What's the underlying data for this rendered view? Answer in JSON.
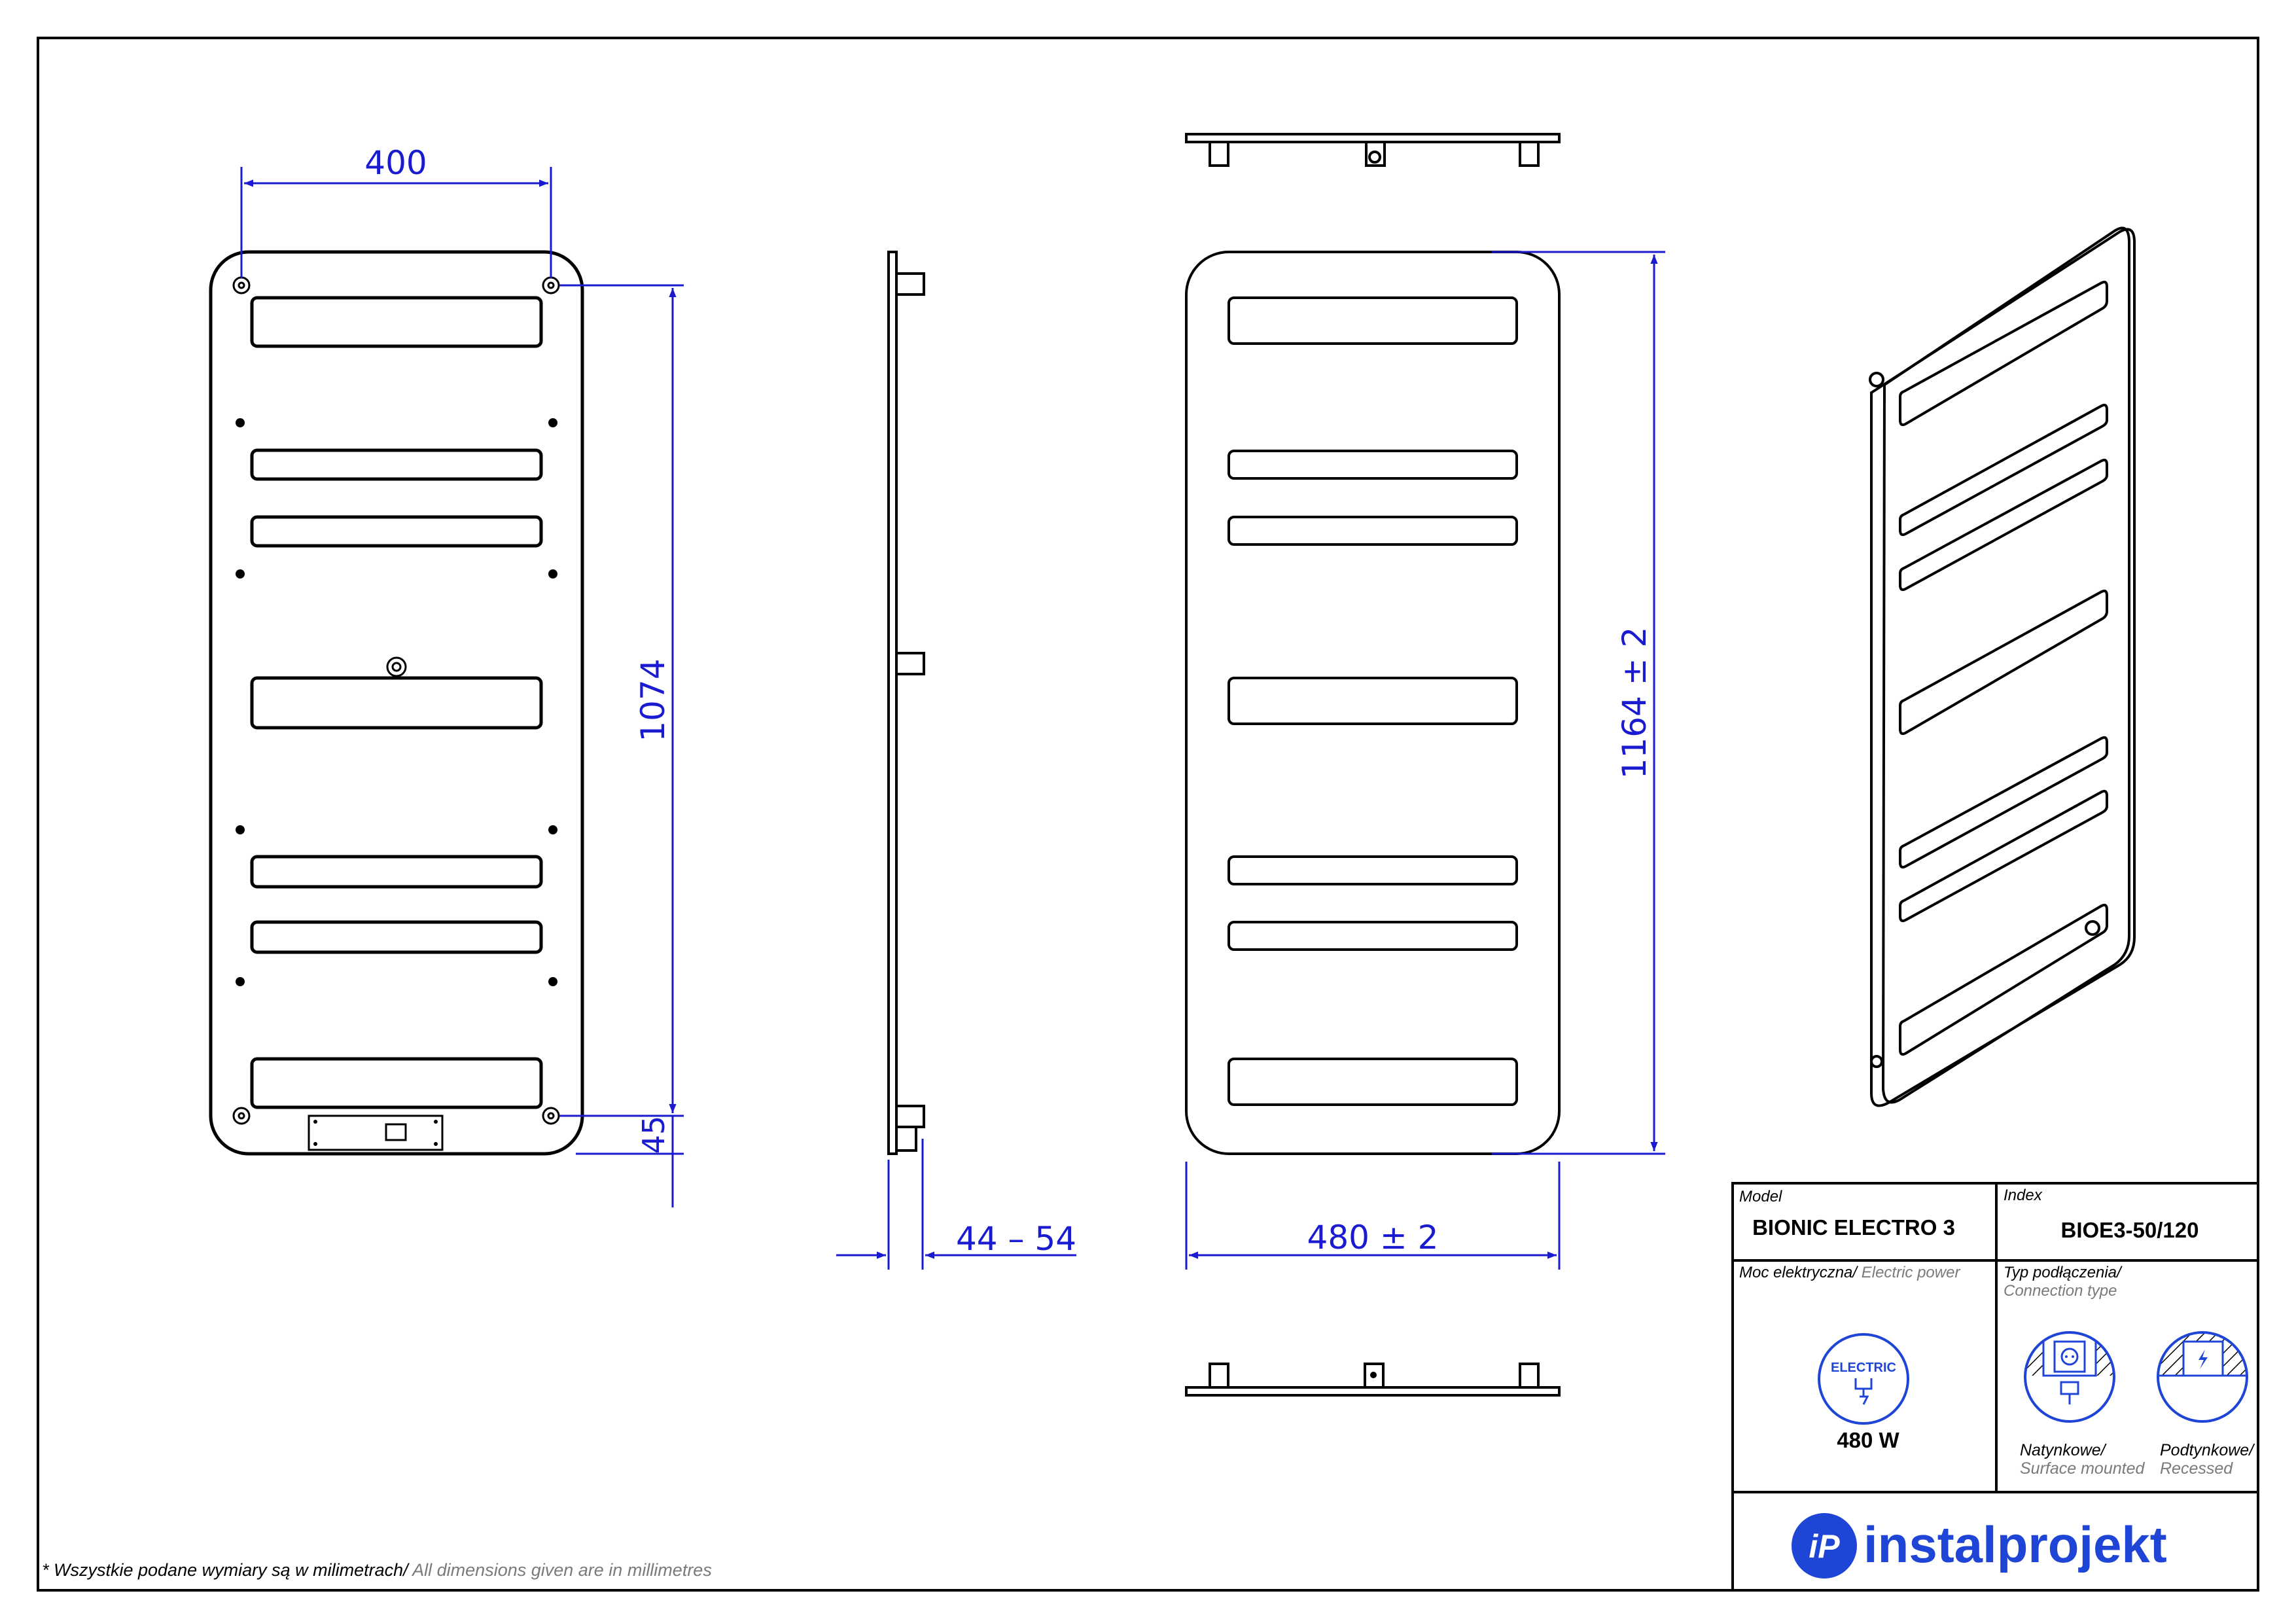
{
  "dimensions": {
    "mount_width": "400",
    "mount_height": "1074",
    "bottom_offset": "45",
    "depth": "44 – 54",
    "width": "480 ± 2",
    "height": "1164 ± 2"
  },
  "note": {
    "pl": "* Wszystkie podane wymiary są w milimetrach/",
    "en": " All dimensions given are in millimetres"
  },
  "title_block": {
    "model_label": "Model",
    "model_value": "BIONIC ELECTRO 3",
    "index_label": "Index",
    "index_value": "BIOE3-50/120",
    "power_label_pl": "Moc elektryczna/",
    "power_label_en": " Electric power",
    "power_badge": "ELECTRIC",
    "power_value": "480 W",
    "connection_label_pl": "Typ podłączenia/",
    "connection_label_en": "Connection type",
    "surface_pl": "Natynkowe/",
    "surface_en": "Surface mounted",
    "recessed_pl": "Podtynkowe/",
    "recessed_en": "Recessed",
    "brand": "instalprojekt",
    "brand_mark": "iP"
  },
  "colors": {
    "line": "#000000",
    "dimension": "#1a1ad0",
    "brand": "#1f45d6",
    "hatch": "#000000"
  }
}
